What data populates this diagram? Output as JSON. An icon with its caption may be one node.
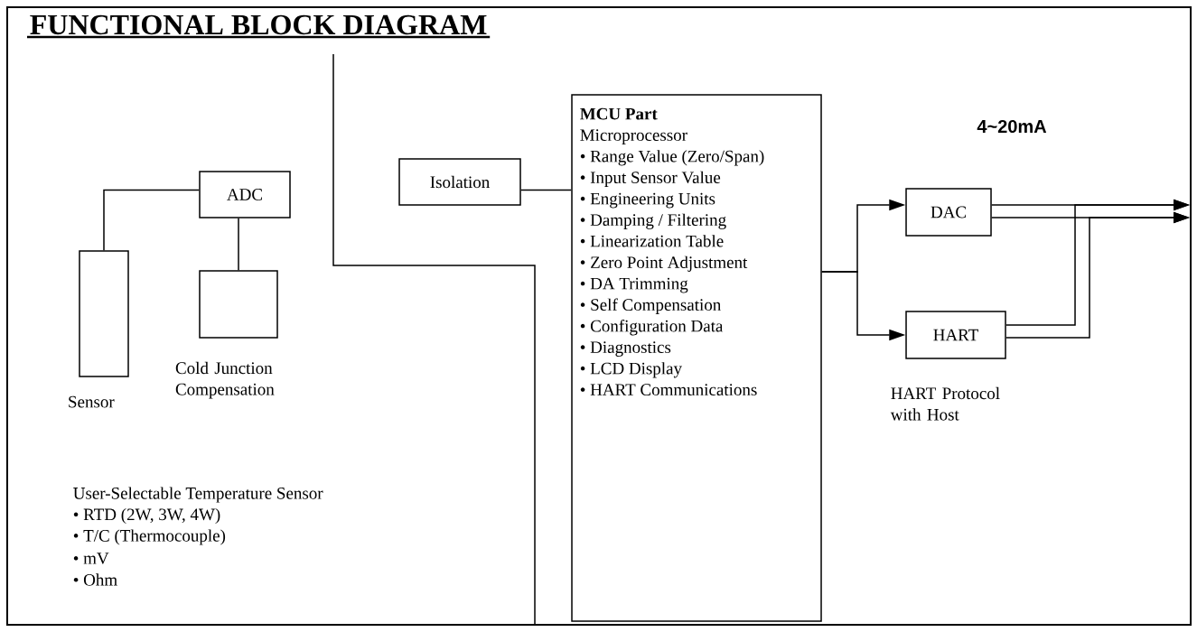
{
  "diagram": {
    "title": "FUNCTIONAL BLOCK DIAGRAM",
    "nodes": [
      {
        "text": [
          "Sensor"
        ]
      },
      {
        "text": [
          "ADC"
        ]
      },
      {
        "text": [
          "Cold Junction Compensation"
        ]
      },
      {
        "text": [
          "Isolation"
        ]
      },
      {
        "text": [
          "MCU Part",
          "Microprocessor",
          "• Range Value (Zero/Span)",
          "• Input Sensor Value",
          "• Engineering Units",
          "• Damping / Filtering",
          "• Linearization Table",
          "• Zero Point Adjustment",
          "• DA Trimming",
          "• Self Compensation",
          "• Configuration Data",
          "• Diagnostics",
          "• LCD Display",
          "• HART Communications"
        ]
      },
      {
        "text": [
          "DAC"
        ]
      },
      {
        "text": [
          "HART"
        ],
        "beside": [
          "HART Protocol with Host"
        ]
      }
    ],
    "edges": [
      {
        "from": 0,
        "to": 1,
        "arrow": "none"
      },
      {
        "from": 1,
        "to": 2,
        "arrow": "none"
      },
      {
        "from": 3,
        "to": 4,
        "arrow": "none"
      },
      {
        "from": 4,
        "to": 5,
        "arrow": "to"
      },
      {
        "from": 4,
        "to": 6,
        "arrow": "to"
      },
      {
        "from": 5,
        "to": null,
        "arrow": "to"
      },
      {
        "from": 5,
        "to": null,
        "arrow": "to"
      },
      {
        "from": 6,
        "to": null,
        "arrow": "to"
      },
      {
        "from": 6,
        "to": null,
        "arrow": "to"
      }
    ],
    "labels": [
      "4~20mA",
      "User-Selectable Temperature Sensor",
      "• RTD (2W, 3W, 4W)",
      "• T/C (Thermocouple)",
      "• mV",
      "• Ohm"
    ]
  }
}
